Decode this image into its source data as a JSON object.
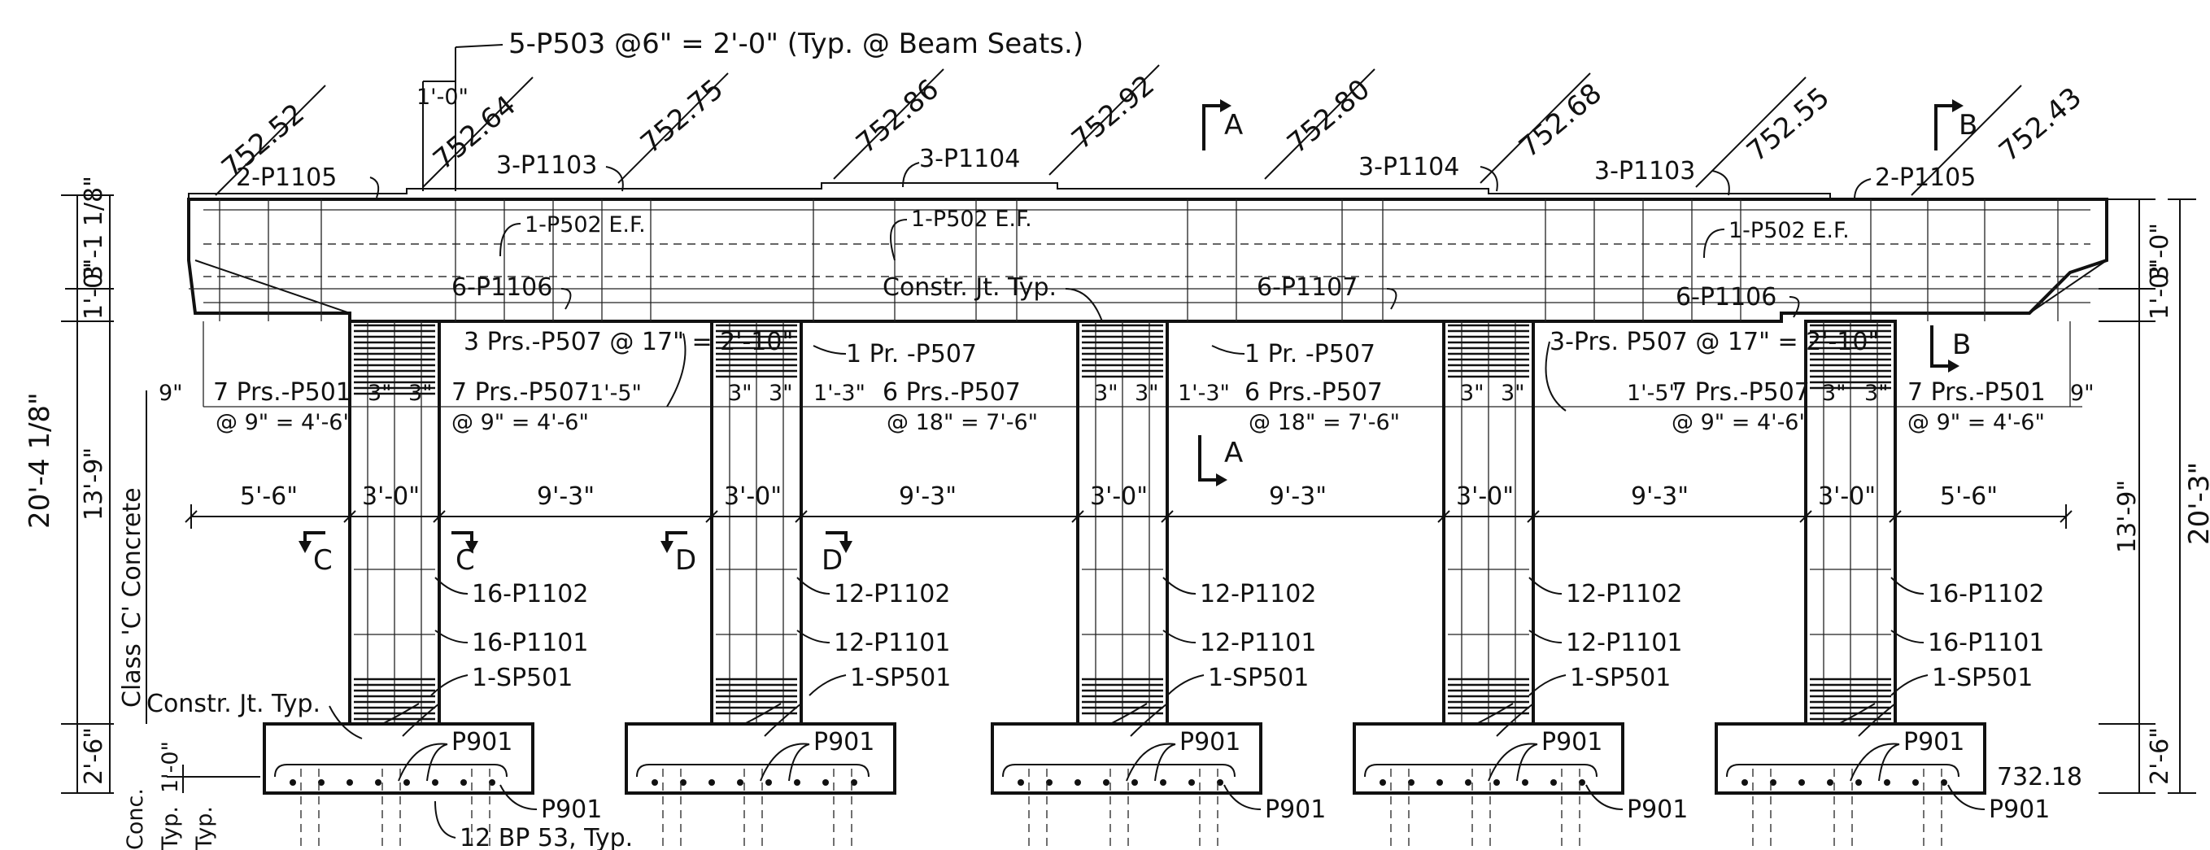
{
  "top_note": "5-P503 @6\" = 2'-0\" (Typ. @ Beam Seats.)",
  "top_note_dim": "1'-0\"",
  "elevations": [
    "752.52",
    "752.64",
    "752.75",
    "752.86",
    "752.92",
    "752.80",
    "752.68",
    "752.55",
    "752.43"
  ],
  "section_marks": {
    "a": "A",
    "b": "B",
    "c": "C",
    "d": "D"
  },
  "cap_labels": {
    "p1105_l": "2-P1105",
    "p1103_l": "3-P1103",
    "p1104_l": "3-P1104",
    "p1104_r": "3-P1104",
    "p1103_r": "3-P1103",
    "p1105_r": "2-P1105",
    "p502_l": "1-P502 E.F.",
    "p502_m": "1-P502 E.F.",
    "p502_r": "1-P502 E.F.",
    "p1106_l": "6-P1106",
    "constr_jt": "Constr. Jt. Typ.",
    "p1107": "6-P1107",
    "p1106_r": "6-P1106"
  },
  "stirrup_labels": {
    "s1": "3 Prs.-P507 @ 17\" = 2'-10\"",
    "s2": "1 Pr. -P507",
    "s3": "1 Pr. -P507",
    "s4": "3-Prs. P507 @ 17\" = 2'-10\""
  },
  "stirrup_spacing": {
    "a": "7 Prs.-P501",
    "a2": "@ 9\" = 4'-6\"",
    "b": "7 Prs.-P507",
    "b2": "@ 9\" = 4'-6\"",
    "c": "6 Prs.-P507",
    "c2": "@ 18\" = 7'-6\"",
    "d": "6 Prs.-P507",
    "d2": "@ 18\" = 7'-6\"",
    "e": "7 Prs.-P507",
    "e2": "@ 9\" = 4'-6\"",
    "f": "7 Prs.-P501",
    "f2": "@ 9\" = 4'-6\""
  },
  "small_dims": {
    "nine": "9\"",
    "three": "3\"",
    "three_b": "3\"",
    "one_five": "1'-5\"",
    "one_three": "1'-3\""
  },
  "horizontal_dims": [
    "5'-6\"",
    "3'-0\"",
    "9'-3\"",
    "3'-0\"",
    "9'-3\"",
    "3'-0\"",
    "9'-3\"",
    "3'-0\"",
    "9'-3\"",
    "3'-0\"",
    "5'-6\""
  ],
  "column_labels": {
    "c1": [
      "16-P1102",
      "16-P1101",
      "1-SP501"
    ],
    "c2": [
      "12-P1102",
      "12-P1101",
      "1-SP501"
    ],
    "c3": [
      "12-P1102",
      "12-P1101",
      "1-SP501"
    ],
    "c4": [
      "12-P1102",
      "12-P1101",
      "1-SP501"
    ],
    "c5": [
      "16-P1102",
      "16-P1101",
      "1-SP501"
    ]
  },
  "footing_labels": {
    "p901": "P901",
    "constr_jt_bottom": "Constr. Jt. Typ.",
    "piles": "12 BP 53, Typ.",
    "elev": "732.18"
  },
  "vertical_dims_left": {
    "overall": "20'-4 1/8\"",
    "col_height": "13'-9\"",
    "class_c": "Class 'C' Concrete",
    "cap_top": "3'-1 1/8\"",
    "cap_bot": "1'-0\"",
    "footing": "2'-6\"",
    "one_ft": "1'-0\"",
    "typ1": "Typ.",
    "typ2": "Typ.",
    "conc": "Conc."
  },
  "vertical_dims_right": {
    "cap_top": "3'-0\"",
    "cap_bot": "1'-0\"",
    "col_height": "13'-9\"",
    "overall": "20'-3\"",
    "footing": "2'-6\""
  }
}
